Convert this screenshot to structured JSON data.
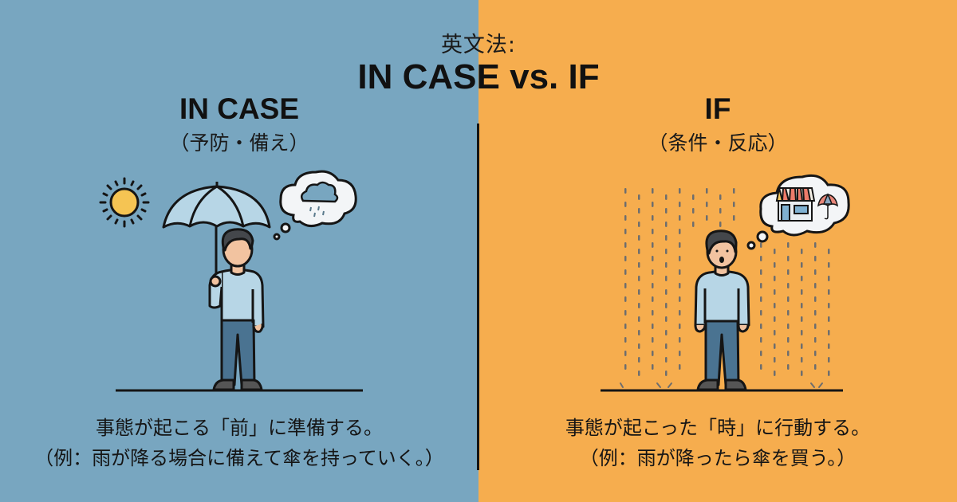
{
  "header": {
    "title_jp": "英文法:",
    "title_en": "IN CASE vs. IF"
  },
  "left": {
    "heading": "IN CASE",
    "subheading": "（予防・備え）",
    "description_line1": "事態が起こる「前」に準備する。",
    "description_line2": "（例：雨が降る場合に備えて傘を持っていく。）",
    "background_color": "#78a6c0",
    "illustration": {
      "icons": [
        "sun-icon",
        "umbrella-icon",
        "person-icon",
        "thought-bubble-icon",
        "rain-cloud-icon"
      ]
    }
  },
  "right": {
    "heading": "IF",
    "subheading": "（条件・反応）",
    "description_line1": "事態が起こった「時」に行動する。",
    "description_line2": "（例：雨が降ったら傘を買う。）",
    "background_color": "#f6ad4e",
    "illustration": {
      "icons": [
        "rain-icon",
        "person-surprised-icon",
        "thought-bubble-icon",
        "shop-icon",
        "umbrella-icon"
      ]
    }
  }
}
